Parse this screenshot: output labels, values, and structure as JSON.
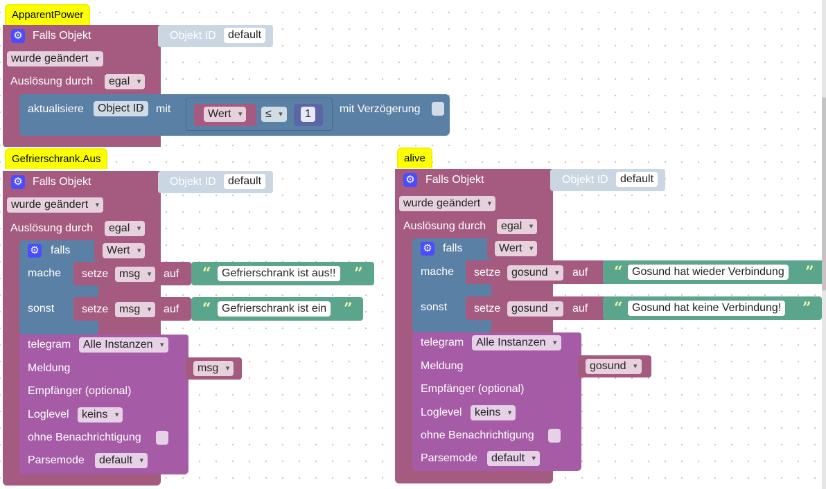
{
  "colors": {
    "event": "#a55b80",
    "control": "#5b80a5",
    "message": "#a55ba5",
    "text": "#5ba58c",
    "math": "#5b67a5",
    "comment": "#fbff00",
    "object_id": "#cad6e2"
  },
  "icons": {
    "gear": "gear-icon",
    "quote_open": "“",
    "quote_close": "”"
  },
  "block1": {
    "comment": "ApparentPower",
    "event_title": "Falls Objekt",
    "object_label": "Objekt ID",
    "object_value": "default",
    "trigger": "wurde geändert",
    "ausloesung_label": "Auslösung durch",
    "ausloesung_value": "egal",
    "update_label": "aktualisiere",
    "update_target": "Object ID",
    "mit_label": "mit",
    "wert": "Wert",
    "operator": "≤",
    "number": "1",
    "delay_label": "mit Verzögerung"
  },
  "block2": {
    "comment": "Gefrierschrank.Aus",
    "event_title": "Falls Objekt",
    "object_label": "Objekt ID",
    "object_value": "default",
    "trigger": "wurde geändert",
    "ausloesung_label": "Auslösung durch",
    "ausloesung_value": "egal",
    "if_label": "falls",
    "wert": "Wert",
    "do_label": "mache",
    "else_label": "sonst",
    "set_label": "setze",
    "var": "msg",
    "auf_label": "auf",
    "text_then": "Gefrierschrank ist aus!!",
    "text_else": "Gefrierschrank ist ein",
    "telegram_label": "telegram",
    "telegram_instance": "Alle Instanzen",
    "meldung_label": "Meldung",
    "meldung_var": "msg",
    "empfaenger_label": "Empfänger (optional)",
    "loglevel_label": "Loglevel",
    "loglevel_value": "keins",
    "silent_label": "ohne Benachrichtigung",
    "parsemode_label": "Parsemode",
    "parsemode_value": "default"
  },
  "block3": {
    "comment": "alive",
    "event_title": "Falls Objekt",
    "object_label": "Objekt ID",
    "object_value": "default",
    "trigger": "wurde geändert",
    "ausloesung_label": "Auslösung durch",
    "ausloesung_value": "egal",
    "if_label": "falls",
    "wert": "Wert",
    "do_label": "mache",
    "else_label": "sonst",
    "set_label": "setze",
    "var": "gosund",
    "auf_label": "auf",
    "text_then": "Gosund hat wieder Verbindung",
    "text_else": "Gosund hat keine Verbindung!",
    "telegram_label": "telegram",
    "telegram_instance": "Alle Instanzen",
    "meldung_label": "Meldung",
    "meldung_var": "gosund",
    "empfaenger_label": "Empfänger (optional)",
    "loglevel_label": "Loglevel",
    "loglevel_value": "keins",
    "silent_label": "ohne Benachrichtigung",
    "parsemode_label": "Parsemode",
    "parsemode_value": "default"
  }
}
